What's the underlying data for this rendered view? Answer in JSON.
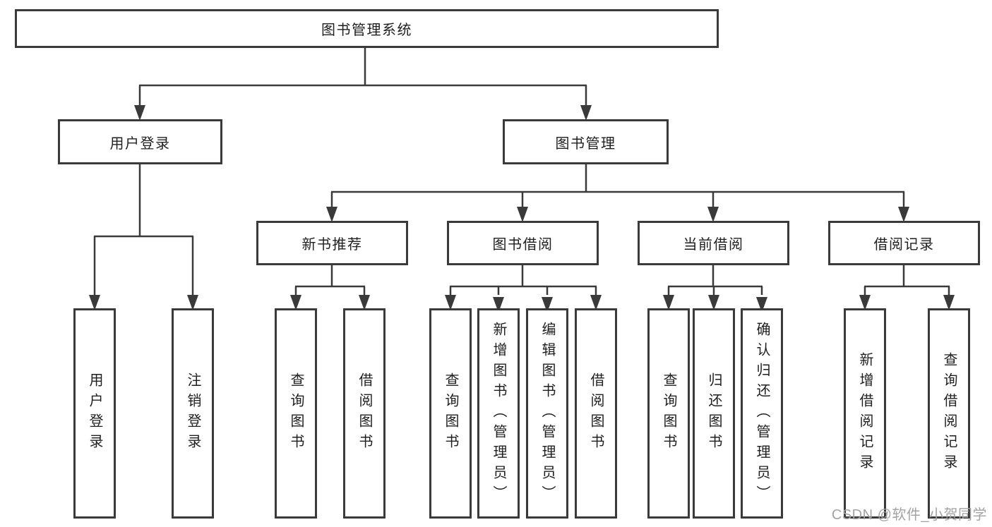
{
  "diagram": {
    "type": "hierarchy-tree",
    "colors": {
      "line": "#3a3a3a",
      "text": "#1f1f1f",
      "watermark": "#a3a3a3",
      "background": "#ffffff"
    },
    "root": {
      "label": "图书管理系统"
    },
    "level2": [
      {
        "label": "用户登录"
      },
      {
        "label": "图书管理"
      }
    ],
    "level3": [
      {
        "label": "新书推荐"
      },
      {
        "label": "图书借阅"
      },
      {
        "label": "当前借阅"
      },
      {
        "label": "借阅记录"
      }
    ],
    "leaves": {
      "user_login": [
        {
          "label": "用户登录"
        },
        {
          "label": "注销登录"
        }
      ],
      "new_book_recommendation": [
        {
          "label": "查询图书"
        },
        {
          "label": "借阅图书"
        }
      ],
      "book_borrowing": [
        {
          "label": "查询图书"
        },
        {
          "label": "新增图书（管理员）"
        },
        {
          "label": "编辑图书（管理员）"
        },
        {
          "label": "借阅图书"
        }
      ],
      "current_borrowing": [
        {
          "label": "查询图书"
        },
        {
          "label": "归还图书"
        },
        {
          "label": "确认归还（管理员）"
        }
      ],
      "borrowing_records": [
        {
          "label": "新增借阅记录"
        },
        {
          "label": "查询借阅记录"
        }
      ]
    },
    "watermark": "CSDN @软件_小贺同学"
  }
}
